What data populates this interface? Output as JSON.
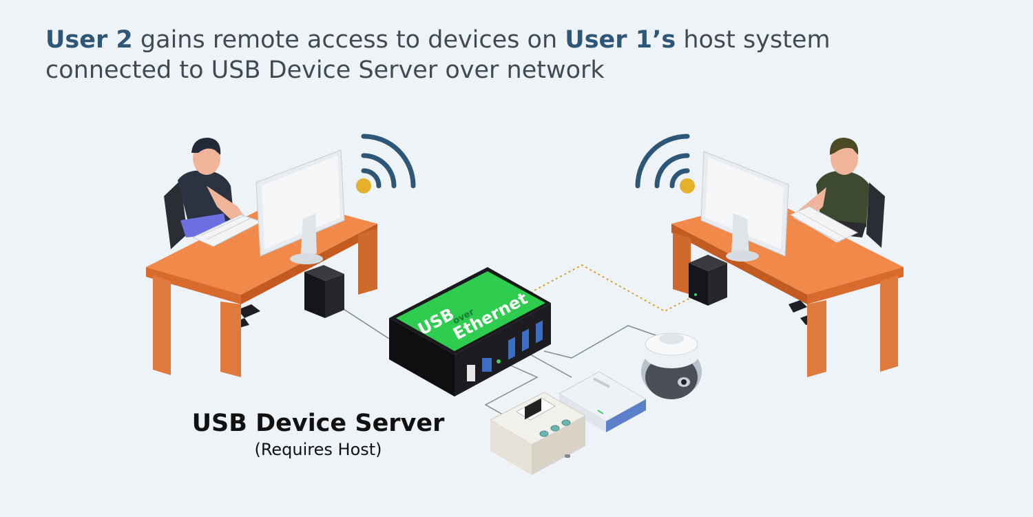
{
  "headline": {
    "user2": "User 2",
    "part1": " gains remote access to devices on ",
    "user1": "User 1’s",
    "part2": " host system",
    "line2": "connected to USB Device Server over network"
  },
  "server": {
    "badge_usb": "USB",
    "badge_over": "over",
    "badge_ethernet": "Ethernet"
  },
  "caption": {
    "title": "USB Device Server",
    "subtitle": "(Requires Host)"
  },
  "colors": {
    "background": "#eef3f7",
    "desk_top": "#f0894a",
    "desk_side": "#d96a2e",
    "wifi": "#2e5677",
    "wifi_dot": "#e6b02a",
    "badge": "#2ecc4f",
    "heading_accent": "#2e5677"
  },
  "icons": [
    "wifi-icon",
    "desktop-monitor-icon",
    "keyboard-icon",
    "pc-tower-icon",
    "printer-icon",
    "usb-hub-icon",
    "webcam-icon"
  ]
}
